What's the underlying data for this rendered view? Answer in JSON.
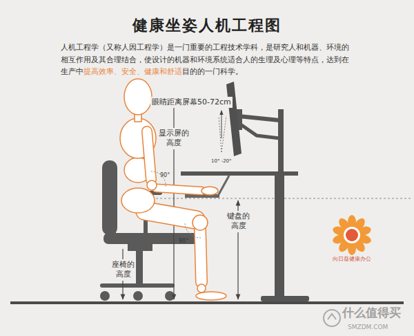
{
  "diagram": {
    "title": "健康坐姿人机工程图",
    "labels": [
      "人机工程学（又称人因工程学）是一门重要的工程技术学科，是研究人和机器、环境的相互作用及其合理结合，使设计的机器和环境系统适合人的生理及心理等特点，达到在生产中",
      "提高效率、安全、健康和舒适",
      "目的的一门科学。",
      "眼睛距离屏幕50-72cm",
      "显示屏的高度",
      "90°",
      "10° -20°",
      "90°",
      "键盘的高度",
      "座椅的高度",
      "向日葵健康办公",
      "什么值得买",
      "SMZDM.COM"
    ]
  }
}
